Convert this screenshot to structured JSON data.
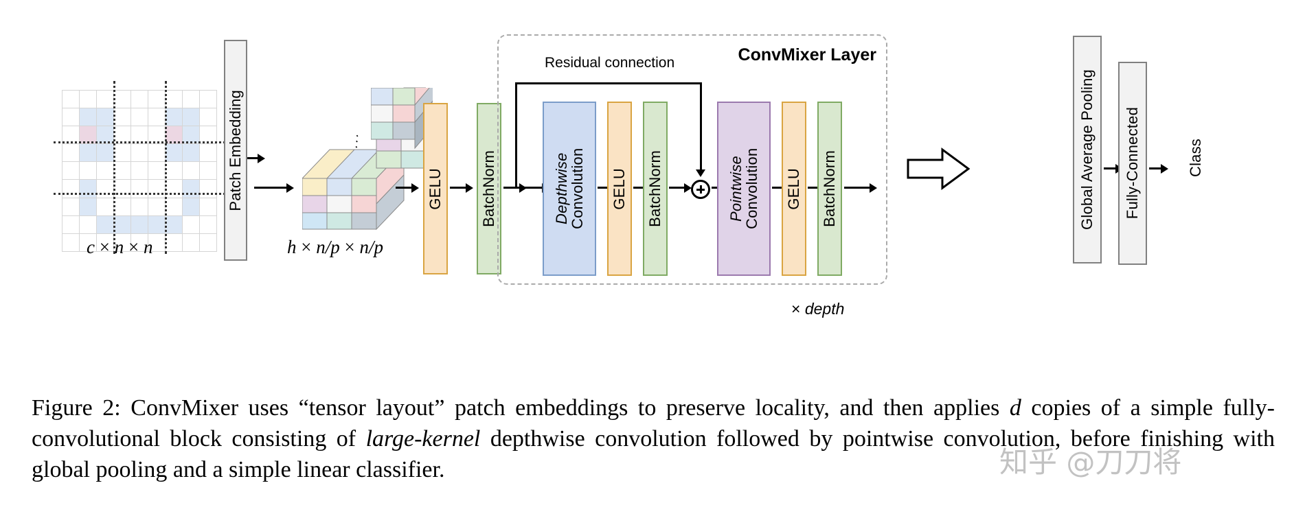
{
  "figure": {
    "number": "Figure 2",
    "caption_parts": {
      "lead": "Figure 2:  ConvMixer uses “tensor layout” patch embeddings to preserve locality, and then applies ",
      "d": "d",
      "mid": " copies of a simple fully-convolutional block consisting of ",
      "emph": "large-kernel",
      "tail": " depthwise convolution followed by pointwise convolution, before finishing with global pooling and a simple linear classifier."
    },
    "caption_full": "Figure 2:  ConvMixer uses “tensor layout” patch embeddings to preserve locality, and then applies d copies of a simple fully-convolutional block consisting of large-kernel depthwise convolution followed by pointwise convolution, before finishing with global pooling and a simple linear classifier."
  },
  "watermark": {
    "text": "知乎 @刀刀将"
  },
  "input": {
    "label": "c × n × n",
    "label_parts": {
      "c": "c",
      "x1": " × ",
      "n1": "n",
      "x2": " × ",
      "n2": "n"
    },
    "grid_rows": 9,
    "grid_cols": 9,
    "pattern": [
      [
        "w",
        "w",
        "w",
        "w",
        "w",
        "w",
        "w",
        "w",
        "w"
      ],
      [
        "w",
        "b",
        "b",
        "w",
        "w",
        "w",
        "b",
        "b",
        "w"
      ],
      [
        "w",
        "p",
        "b",
        "w",
        "w",
        "w",
        "p",
        "b",
        "w"
      ],
      [
        "w",
        "b",
        "b",
        "w",
        "w",
        "w",
        "b",
        "b",
        "w"
      ],
      [
        "w",
        "w",
        "w",
        "w",
        "w",
        "w",
        "w",
        "w",
        "w"
      ],
      [
        "w",
        "b",
        "w",
        "w",
        "w",
        "w",
        "w",
        "b",
        "w"
      ],
      [
        "w",
        "b",
        "w",
        "w",
        "w",
        "w",
        "w",
        "b",
        "w"
      ],
      [
        "w",
        "w",
        "b",
        "b",
        "b",
        "b",
        "b",
        "w",
        "w"
      ],
      [
        "w",
        "w",
        "w",
        "w",
        "w",
        "w",
        "w",
        "w",
        "w"
      ]
    ],
    "colors": {
      "blue": "#dbe7f6",
      "pink": "#ecd7e3",
      "white": "#ffffff",
      "gridline": "#d5d5d5"
    }
  },
  "patch_embedding": {
    "label": "Patch Embedding"
  },
  "tensor": {
    "label": "h × n/p × n/p",
    "label_parts": {
      "h": "h",
      "x1": " × ",
      "np1": "n/p",
      "x2": " × ",
      "np2": "n/p"
    },
    "face_colors": [
      "#faeec8",
      "#d9e5f5",
      "#d9ebd4",
      "#e8d5e8",
      "#f2f2f2",
      "#f6d5d5",
      "#cfe6f5",
      "#cfe9e3",
      "#c4cdd6"
    ],
    "ellipsis": "⋰"
  },
  "pre_block": {
    "gelu": "GELU",
    "batchnorm": "BatchNorm"
  },
  "convmixer_layer": {
    "title": "ConvMixer Layer",
    "residual_label": "Residual connection",
    "depthwise": {
      "emph": "Depthwise",
      "rest": "Convolution"
    },
    "gelu_1": "GELU",
    "batchnorm_1": "BatchNorm",
    "add_symbol": "⊕",
    "pointwise": {
      "emph": "Pointwise",
      "rest": "Convolution"
    },
    "gelu_2": "GELU",
    "batchnorm_2": "BatchNorm",
    "depth_label": {
      "times": "×",
      "word": "depth"
    }
  },
  "head": {
    "global_average_pooling": "Global Average Pooling",
    "fully_connected": "Fully-Connected",
    "class": "Class"
  },
  "colors": {
    "gelu_fill": "#fae3c4",
    "gelu_border": "#d9a441",
    "batchnorm_fill": "#d9e8cf",
    "batchnorm_border": "#7faa63",
    "depthwise_fill": "#cfdcf2",
    "depthwise_border": "#7b9cc9",
    "pointwise_fill": "#e0d3e8",
    "pointwise_border": "#9b79ae",
    "grey_fill": "#f2f2f2",
    "grey_border": "#808080",
    "dashed_border": "#aaaaaa"
  }
}
